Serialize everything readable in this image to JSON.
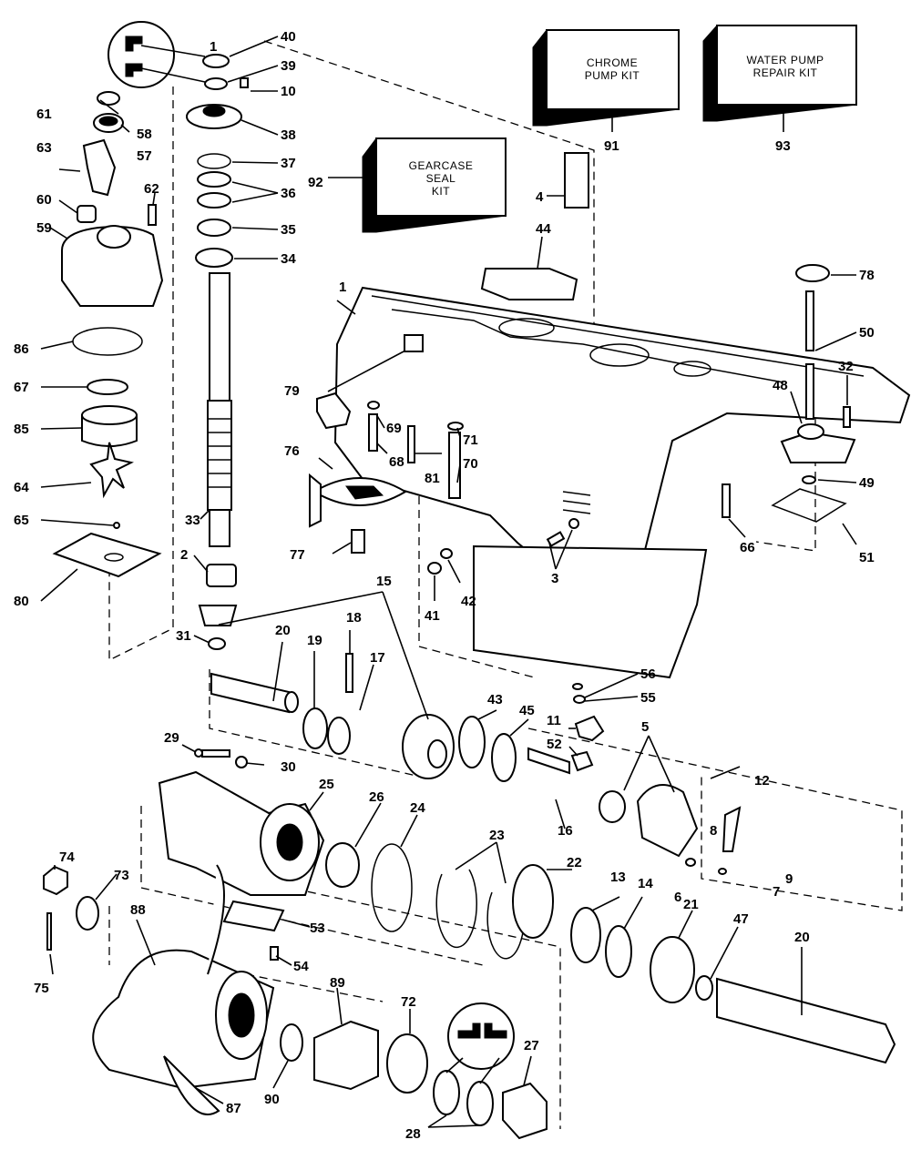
{
  "kits": {
    "chrome_pump": {
      "line1": "CHROME",
      "line2": "PUMP KIT",
      "ref": "91"
    },
    "water_pump": {
      "line1": "WATER PUMP",
      "line2": "REPAIR KIT",
      "ref": "93"
    },
    "gearcase_seal": {
      "line1": "GEARCASE",
      "line2": "SEAL",
      "line3": "KIT",
      "ref": "92"
    }
  },
  "callouts": {
    "p1a": "1",
    "p1b": "1",
    "p2": "2",
    "p3": "3",
    "p4": "4",
    "p5": "5",
    "p6": "6",
    "p7": "7",
    "p8": "8",
    "p9": "9",
    "p10": "10",
    "p11": "11",
    "p12": "12",
    "p13": "13",
    "p14": "14",
    "p15": "15",
    "p16": "16",
    "p17": "17",
    "p18": "18",
    "p19": "19",
    "p20a": "20",
    "p20b": "20",
    "p21": "21",
    "p22": "22",
    "p23": "23",
    "p24": "24",
    "p25": "25",
    "p26": "26",
    "p27": "27",
    "p28": "28",
    "p29": "29",
    "p30": "30",
    "p31": "31",
    "p32": "32",
    "p33": "33",
    "p34": "34",
    "p35": "35",
    "p36": "36",
    "p37": "37",
    "p38": "38",
    "p39": "39",
    "p40": "40",
    "p41": "41",
    "p42": "42",
    "p43": "43",
    "p44": "44",
    "p45": "45",
    "p47": "47",
    "p48": "48",
    "p49": "49",
    "p50": "50",
    "p51": "51",
    "p52": "52",
    "p53": "53",
    "p54": "54",
    "p55": "55",
    "p56": "56",
    "p57": "57",
    "p58": "58",
    "p59": "59",
    "p60": "60",
    "p61": "61",
    "p62": "62",
    "p63": "63",
    "p64": "64",
    "p65": "65",
    "p66": "66",
    "p67": "67",
    "p68": "68",
    "p69": "69",
    "p70": "70",
    "p71": "71",
    "p72": "72",
    "p73": "73",
    "p74": "74",
    "p75": "75",
    "p76": "76",
    "p77": "77",
    "p78": "78",
    "p79": "79",
    "p80": "80",
    "p81": "81",
    "p85": "85",
    "p86": "86",
    "p87": "87",
    "p88": "88",
    "p89": "89",
    "p90": "90"
  }
}
